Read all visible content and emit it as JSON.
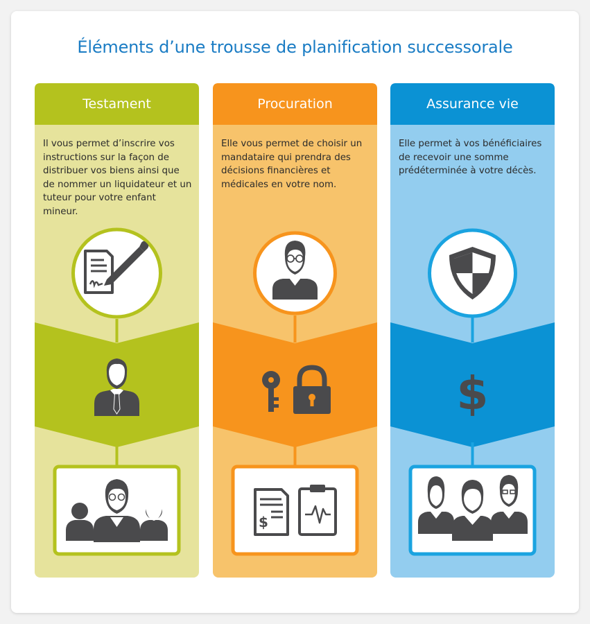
{
  "title": "Éléments d’une trousse de planification successorale",
  "columns": [
    {
      "heading": "Testament",
      "description": "Il vous permet d’inscrire vos instructions sur la façon de distribuer vos biens ainsi que de nommer un liquidateur et un tuteur pour votre enfant mineur.",
      "colors": {
        "header": "#b4c21e",
        "body": "#e6e39c",
        "band": "#b4c21e"
      },
      "icons": [
        "document-pen-icon",
        "man-tie-icon",
        "family-icon"
      ]
    },
    {
      "heading": "Procuration",
      "description": "Elle vous permet de choisir un mandataire qui prendra des décisions financières et médicales en votre nom.",
      "colors": {
        "header": "#f7941d",
        "body": "#f7c36b",
        "band": "#f7941d"
      },
      "icons": [
        "person-glasses-icon",
        "key-lock-icon",
        "documents-clipboard-icon"
      ]
    },
    {
      "heading": "Assurance vie",
      "description": "Elle permet à vos bénéficiaires de recevoir une somme prédéterminée à votre décès.",
      "colors": {
        "header": "#0b92d4",
        "body": "#93cdef",
        "band": "#0b92d4"
      },
      "icons": [
        "shield-icon",
        "dollar-icon",
        "group-icon"
      ]
    }
  ]
}
